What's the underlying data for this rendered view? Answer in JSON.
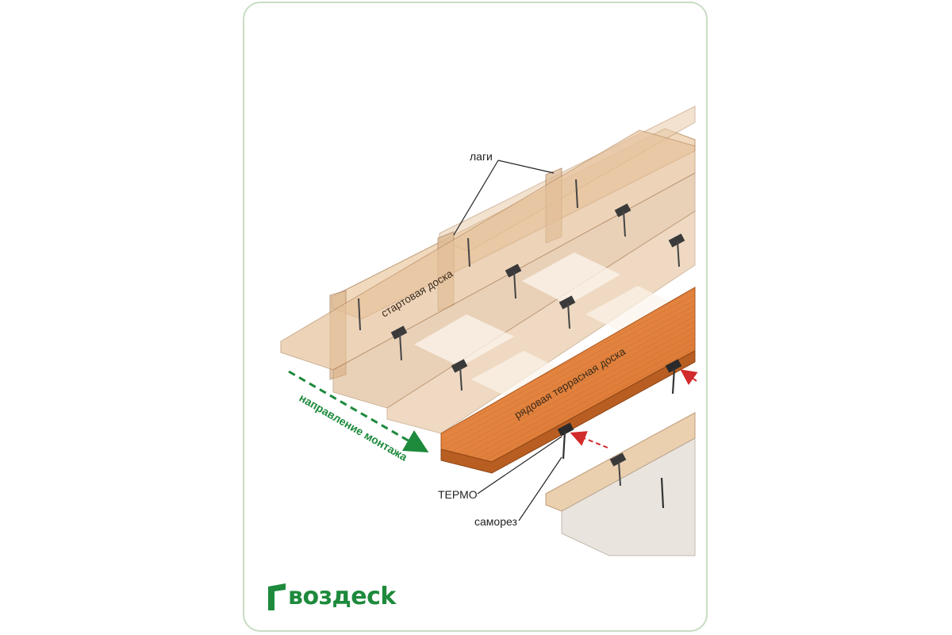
{
  "labels": {
    "joists": "лаги",
    "starter_board": "стартовая доска",
    "row_board": "рядовая террасная доска",
    "direction": "направление монтажа",
    "clip": "ТЕРМО",
    "screw": "саморез"
  },
  "brand": {
    "logo_mark": "Г",
    "logo_text": "воздеck"
  },
  "colors": {
    "frame": "#c8dcc4",
    "wood_light": "#efd3b2",
    "wood_ghost": "#d9b48c",
    "row_board": "#e07f38",
    "brand_green": "#1d8a3c",
    "direction_arrow": "#1d8a3c",
    "insert_arrow": "#d22b2b"
  }
}
